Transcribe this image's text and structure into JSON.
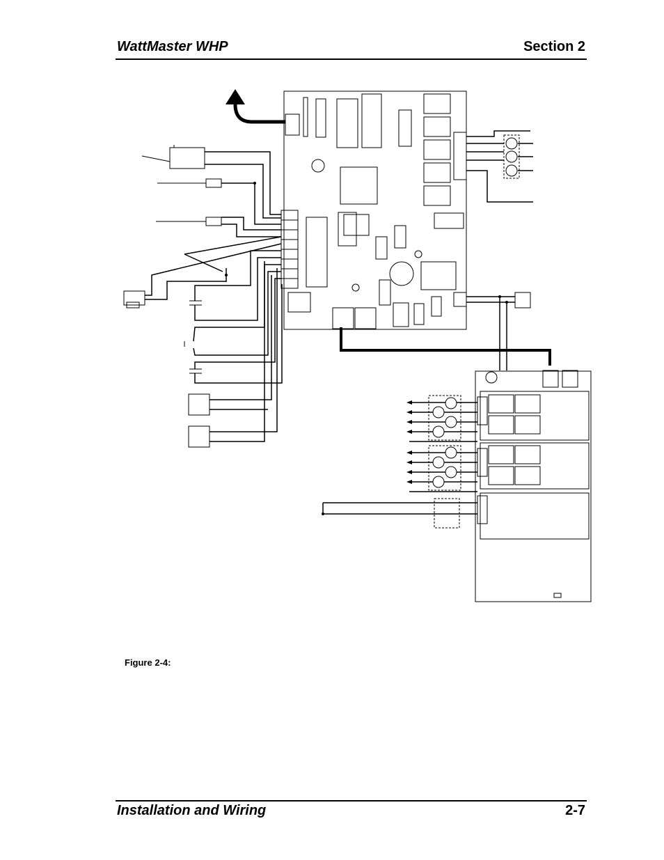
{
  "header": {
    "left_title": "WattMaster WHP",
    "right_title": "Section 2"
  },
  "figure": {
    "caption": "Figure 2-4:"
  },
  "footer": {
    "left_title": "Installation and Wiring",
    "page_number": "2-7"
  }
}
